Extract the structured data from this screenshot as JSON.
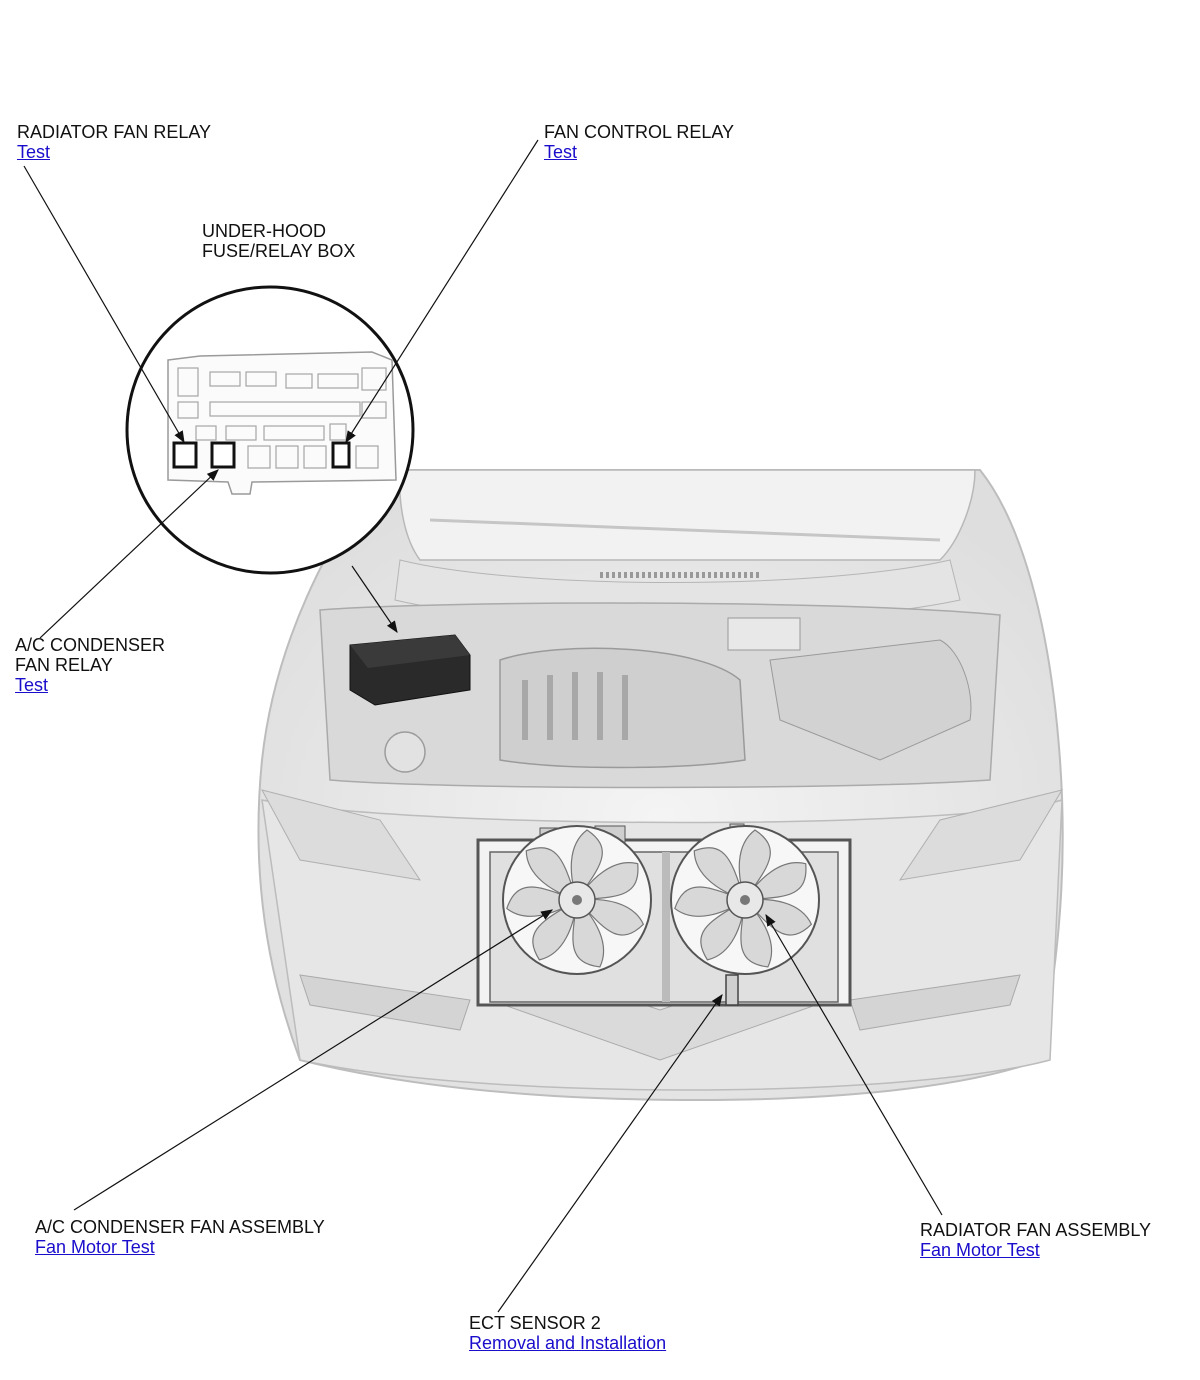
{
  "labels": {
    "radiator_fan_relay": {
      "title": "RADIATOR FAN RELAY",
      "link": "Test"
    },
    "fan_control_relay": {
      "title": "FAN CONTROL RELAY",
      "link": "Test"
    },
    "fuse_box": {
      "line1": "UNDER-HOOD",
      "line2": "FUSE/RELAY BOX"
    },
    "ac_condenser_fan_relay": {
      "line1": "A/C CONDENSER",
      "line2": "FAN RELAY",
      "link": "Test"
    },
    "ac_condenser_fan_assembly": {
      "title": "A/C CONDENSER FAN ASSEMBLY",
      "link": "Fan Motor Test"
    },
    "radiator_fan_assembly": {
      "title": "RADIATOR FAN ASSEMBLY",
      "link": "Fan Motor Test"
    },
    "ect_sensor_2": {
      "title": "ECT SENSOR 2",
      "link": "Removal and Installation"
    }
  },
  "colors": {
    "link": "#1a0dcc",
    "line": "#111111",
    "car_body": "#e9e9e9",
    "car_outline": "#b5b5b5",
    "relay_box": "#2a2a2a"
  }
}
